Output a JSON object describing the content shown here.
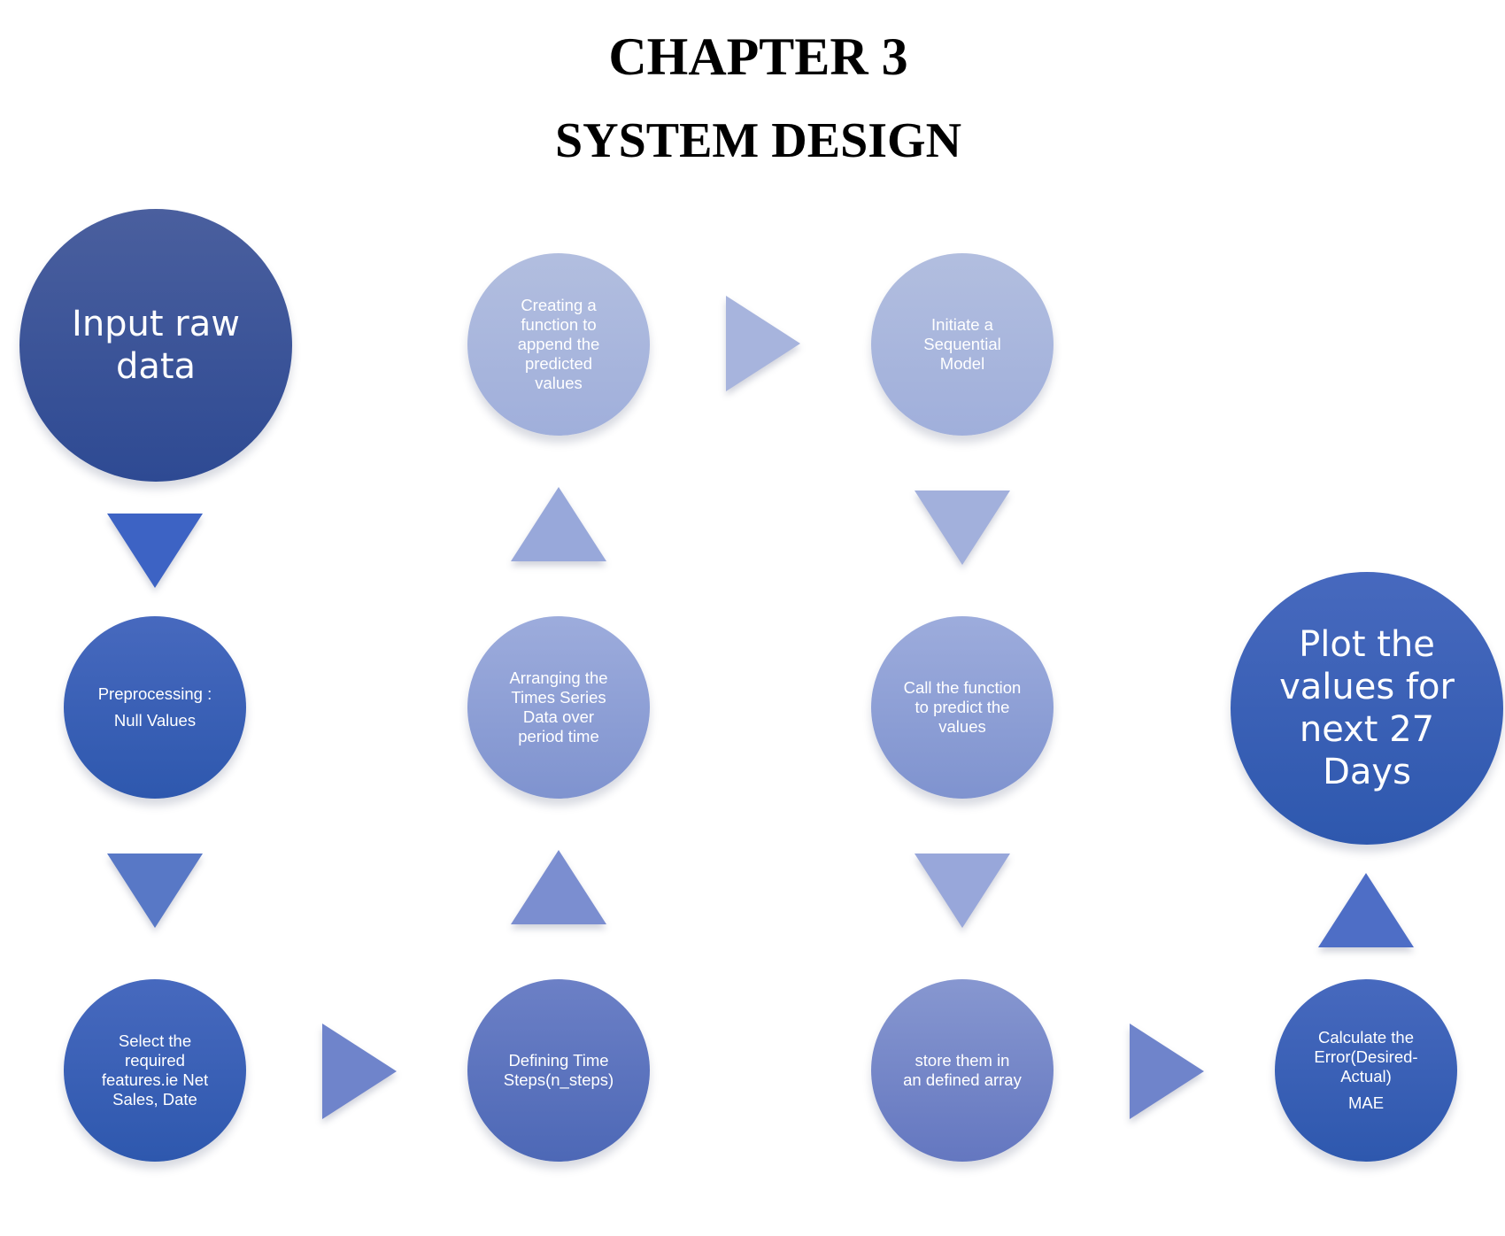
{
  "heading": {
    "chapter": "CHAPTER 3",
    "title": "SYSTEM  DESIGN"
  },
  "nodes": {
    "input_raw_data": "Input raw\ndata",
    "preprocessing_line1": "Preprocessing :",
    "preprocessing_line2": "Null Values",
    "select_features": "Select the\nrequired\nfeatures.ie Net\nSales, Date",
    "defining_time_steps": "Defining Time\nSteps(n_steps)",
    "arranging_series": "Arranging the\nTimes Series\nData over\nperiod time",
    "creating_function": "Creating a\nfunction to\nappend the\npredicted\nvalues",
    "initiate_model": "Initiate a\nSequential\nModel",
    "call_function": "Call the function\nto predict the\nvalues",
    "store_array": "store them in\nan defined array",
    "calculate_error": "Calculate the\nError(Desired-\nActual)",
    "calculate_error_metric": "MAE",
    "plot_values": "Plot the\nvalues for\nnext 27\nDays"
  },
  "colors": {
    "dark_big": "#2e4a93",
    "mid_blue": "#2e58ae",
    "light": "#a6b4de",
    "light_mid": "#8fa0d6",
    "medium": "#7283c8",
    "steel": "#5b72bc",
    "arrow_blue": "#3d63c4",
    "arrow_light": "#a7b4dd",
    "arrow_mid": "#7b8ed0",
    "text": "#ffffff"
  }
}
